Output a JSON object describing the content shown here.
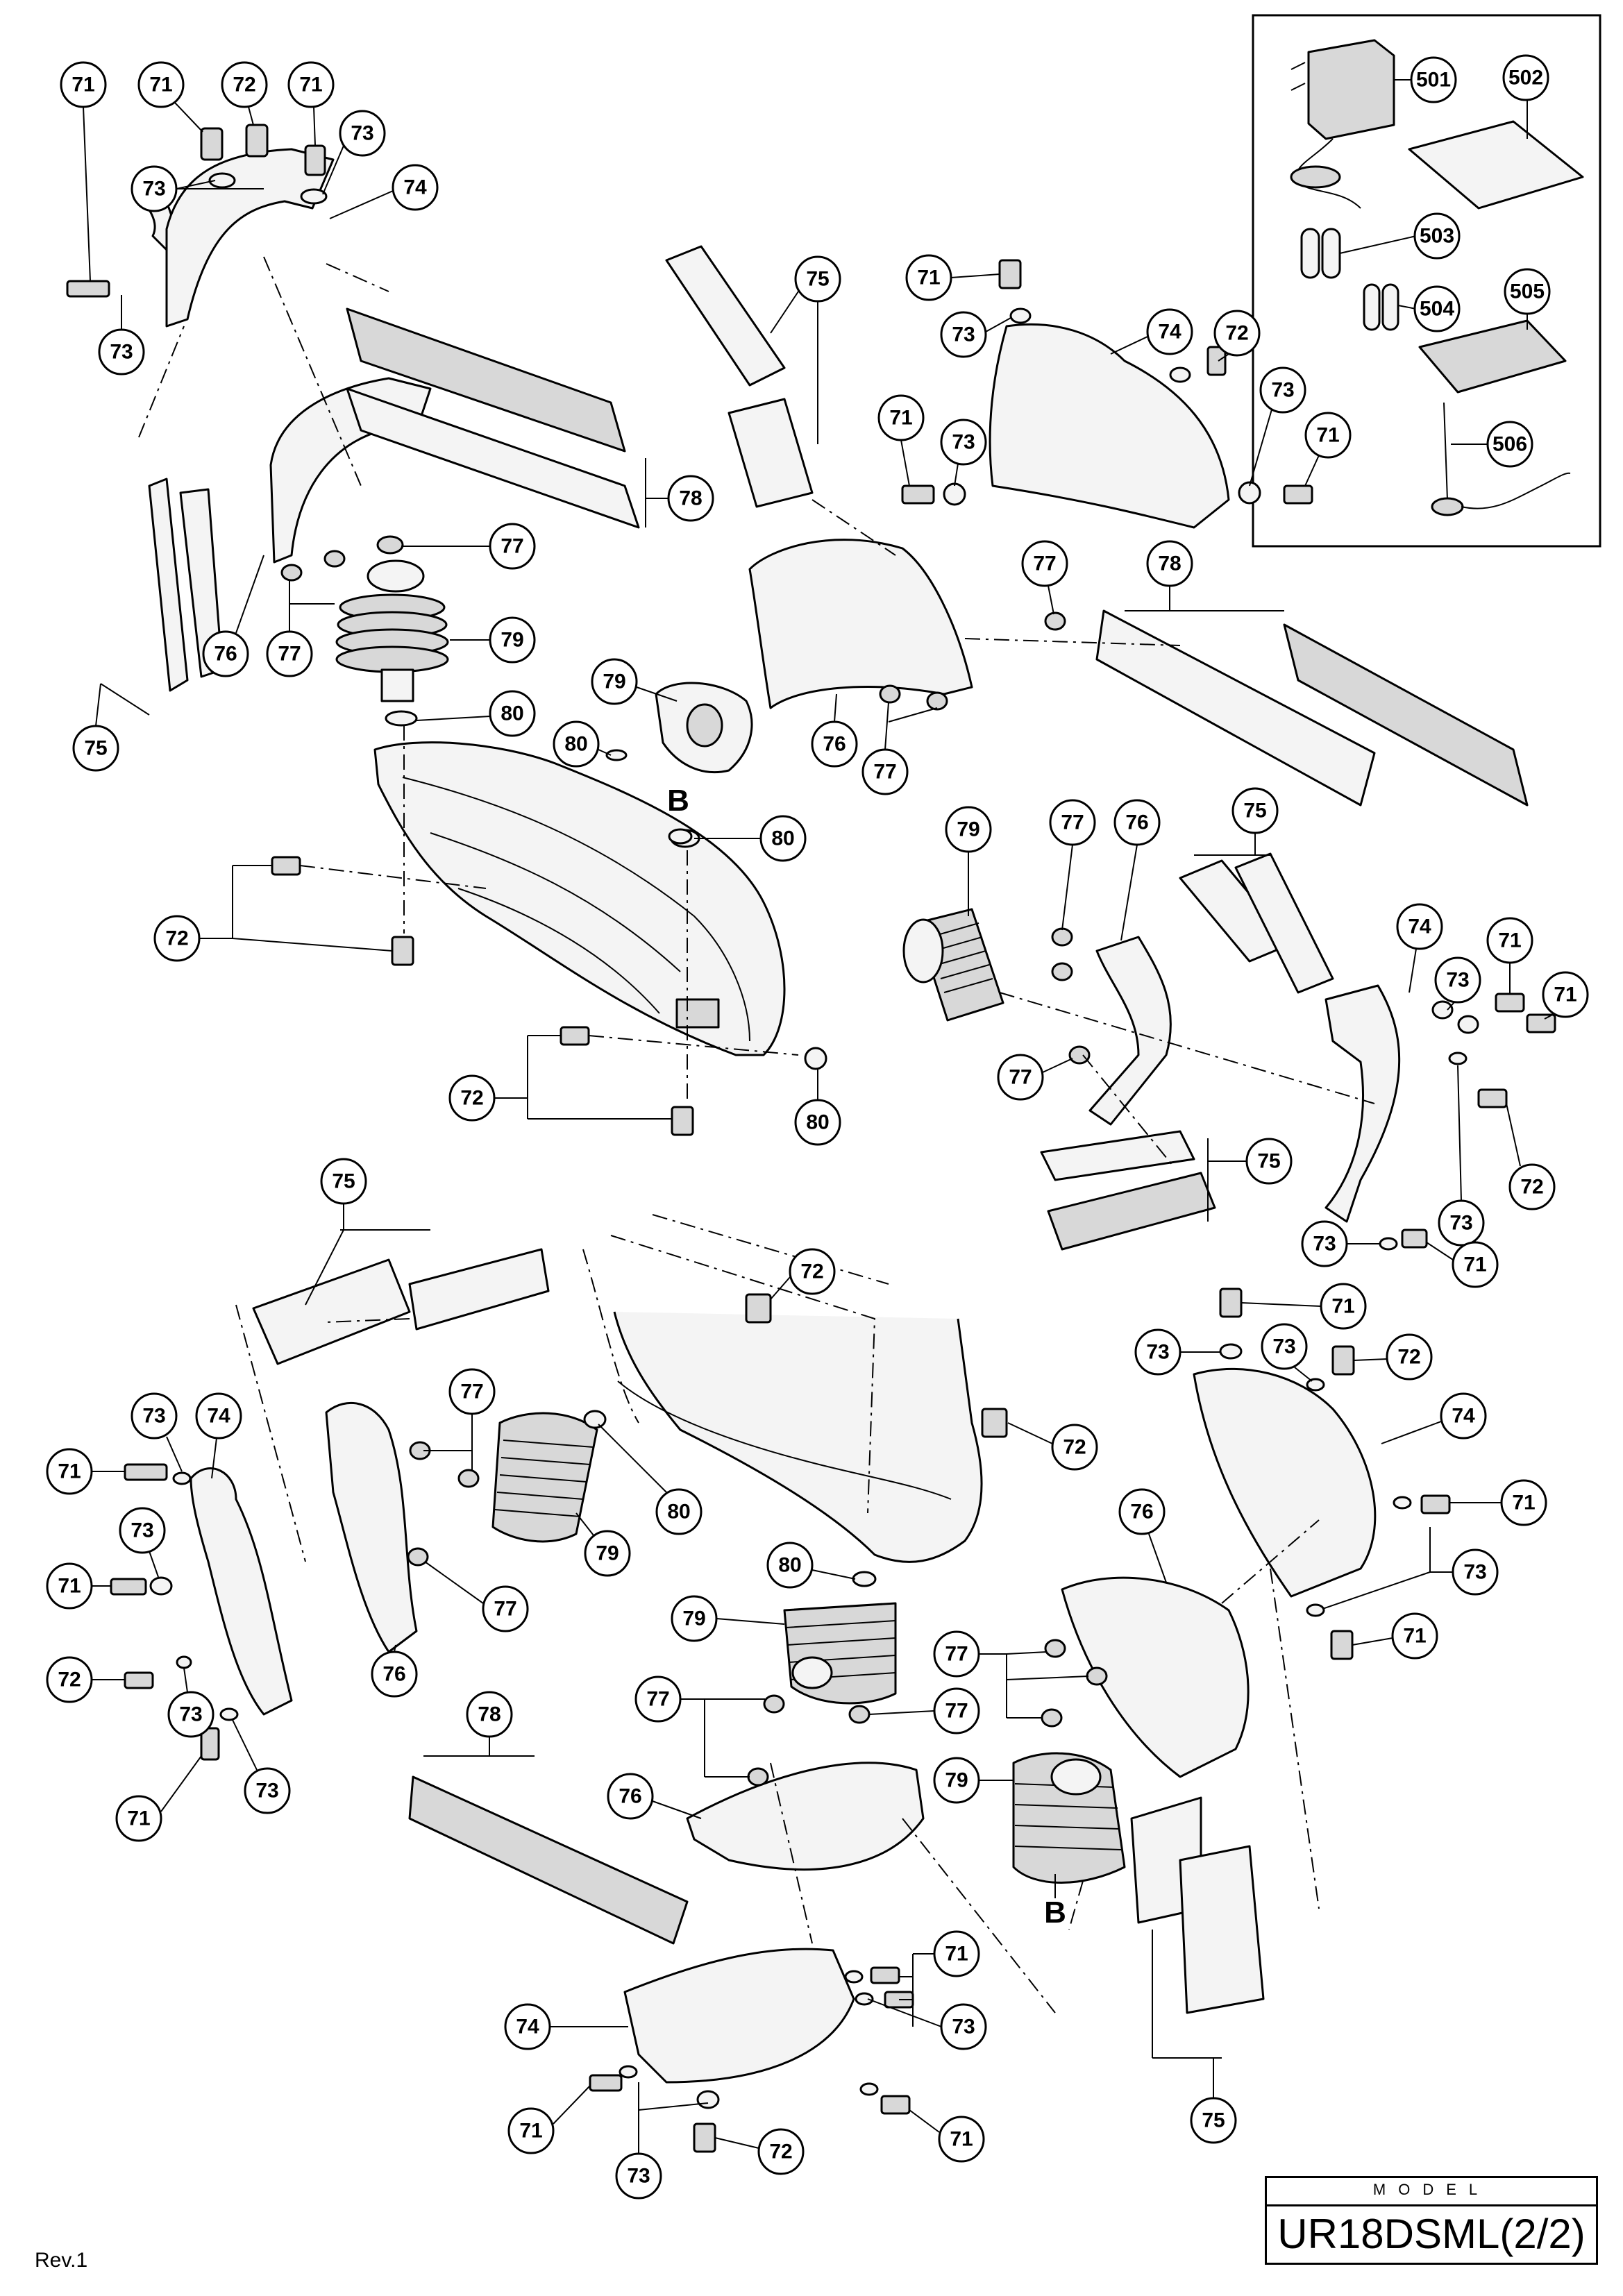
{
  "model": {
    "caption": "MODEL",
    "name": "UR18DSML(2/2)"
  },
  "revision": "Rev.1",
  "section_marker": "B",
  "callouts": {
    "c71": "71",
    "c72": "72",
    "c73": "73",
    "c74": "74",
    "c75": "75",
    "c76": "76",
    "c77": "77",
    "c78": "78",
    "c79": "79",
    "c80": "80",
    "c501": "501",
    "c502": "502",
    "c503": "503",
    "c504": "504",
    "c505": "505",
    "c506": "506"
  }
}
